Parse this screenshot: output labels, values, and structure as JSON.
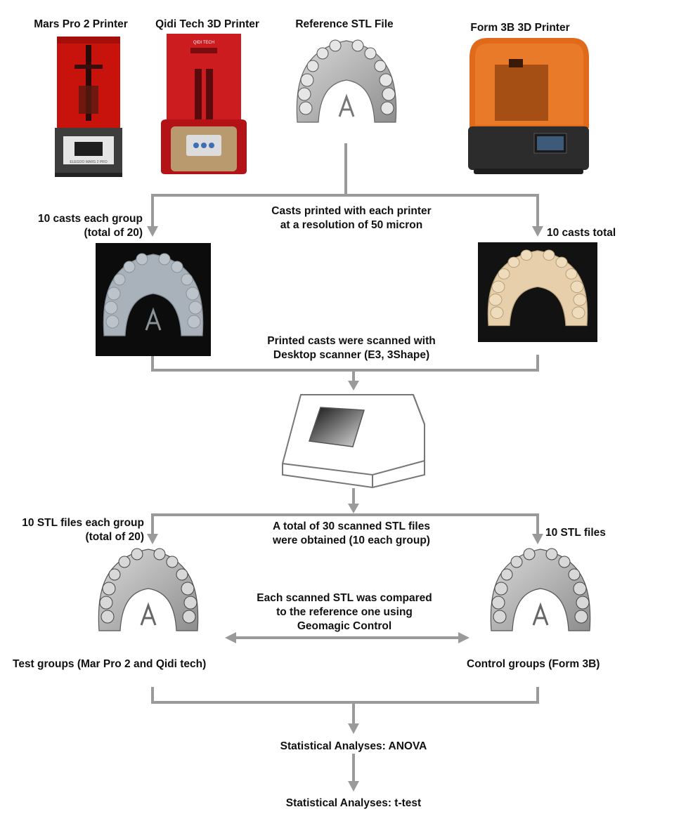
{
  "printers": {
    "mars": "Mars Pro 2 Printer",
    "qidi": "Qidi Tech 3D Printer",
    "reference": "Reference STL File",
    "form": "Form 3B 3D Printer"
  },
  "printer_screen_text": {
    "mars_brand": "ELEGOO MARS 2 PRO",
    "qidi_brand": "QIDI TECH"
  },
  "casts": {
    "left_line1": "10 casts each group",
    "left_line2": "(total of 20)",
    "center_line1": "Casts printed with each printer",
    "center_line2": "at a resolution of 50 micron",
    "right": "10 casts total"
  },
  "scan": {
    "line1": "Printed casts were scanned with",
    "line2": "Desktop scanner (E3, 3Shape)"
  },
  "stl": {
    "left_line1": "10 STL files each group",
    "left_line2": "(total of 20)",
    "center_line1": "A total of 30 scanned STL files",
    "center_line2": "were obtained (10 each group)",
    "right": "10 STL files"
  },
  "compare": {
    "line1": "Each scanned STL was compared",
    "line2": "to the reference one using",
    "line3": "Geomagic Control"
  },
  "groups": {
    "test": "Test groups (Mar Pro 2 and Qidi tech)",
    "control": "Control groups (Form 3B)"
  },
  "stats": {
    "anova": "Statistical Analyses: ANOVA",
    "ttest": "Statistical Analyses: t-test"
  },
  "colors": {
    "arrow": "#999999",
    "mars_red": "#c8120c",
    "qidi_red": "#c5141b",
    "form_orange": "#e0691a",
    "cast_gray": "#a9b1ba",
    "cast_beige": "#e6cfaa"
  }
}
